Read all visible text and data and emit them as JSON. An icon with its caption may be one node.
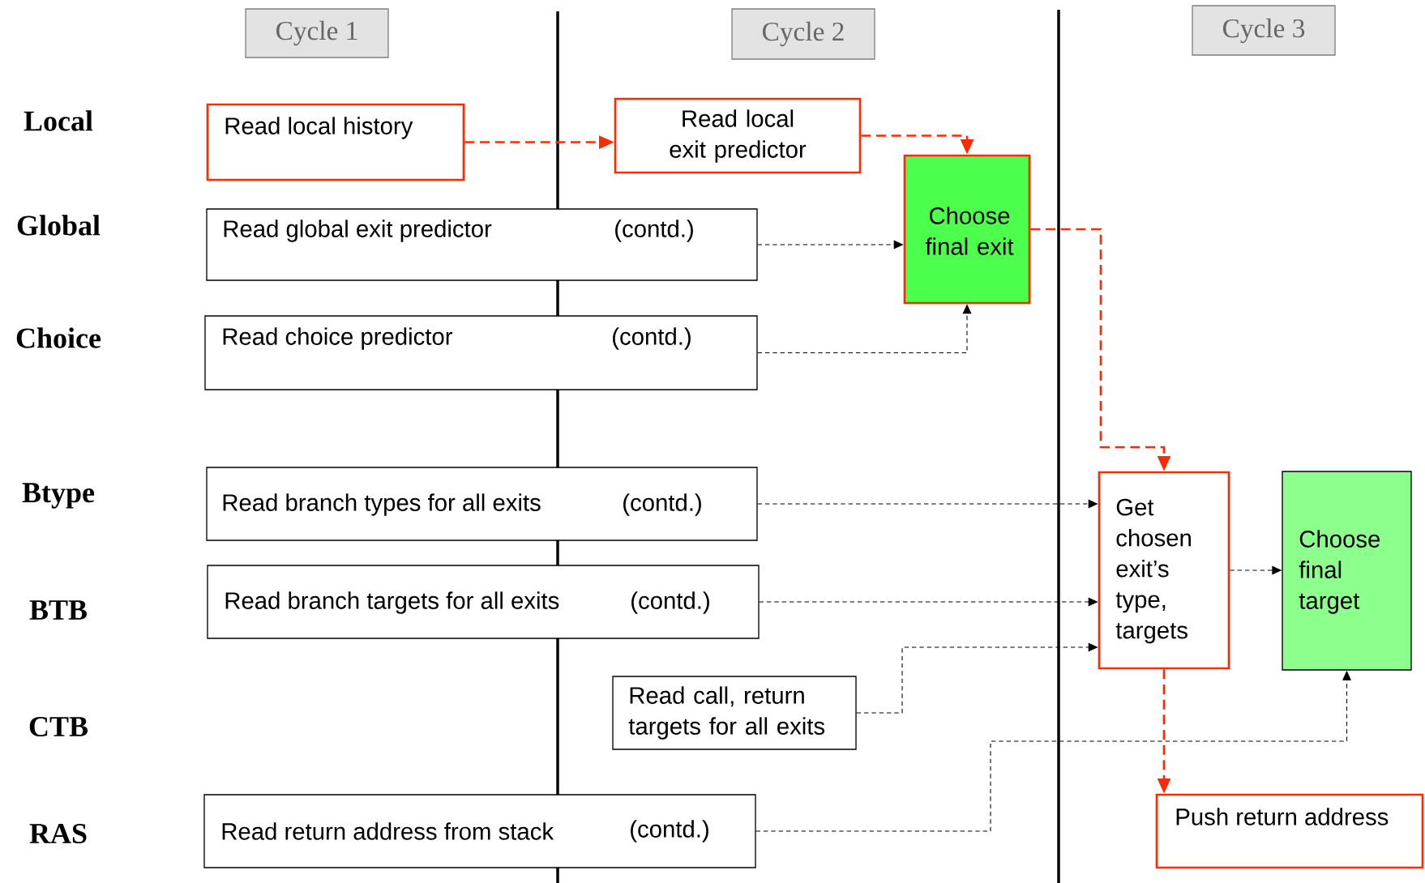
{
  "diagram": {
    "nodes": [
      {
        "text": [
          "Cycle 1"
        ]
      },
      {
        "text": [
          "Cycle 2"
        ]
      },
      {
        "text": [
          "Cycle 3"
        ]
      },
      {
        "text": [
          "Read local history"
        ]
      },
      {
        "text": [
          "Read local exit predictor"
        ]
      },
      {
        "text": [
          "Read global exit predictor",
          "(contd.)"
        ]
      },
      {
        "text": [
          "Choose final exit"
        ]
      },
      {
        "text": [
          "Read choice predictor",
          "(contd.)"
        ]
      },
      {
        "text": [
          "Read branch types for all exits",
          "(contd.)"
        ]
      },
      {
        "text": [
          "Read branch targets for all exits",
          "(contd.)"
        ]
      },
      {
        "text": [
          "Get chosen exit’s type, targets"
        ]
      },
      {
        "text": [
          "Choose final target"
        ]
      },
      {
        "text": [
          "Read call, return targets for all exits"
        ]
      },
      {
        "text": [
          "Read return address from stack",
          "(contd.)"
        ]
      },
      {
        "text": [
          "Push return address"
        ]
      }
    ],
    "edges": [
      {
        "from": 3,
        "to": 4,
        "arrow": "to",
        "style": "dashed",
        "color": "#ff2a00"
      },
      {
        "from": 4,
        "to": 6,
        "arrow": "to",
        "style": "dashed",
        "color": "#ff2a00"
      },
      {
        "from": 5,
        "to": 6,
        "arrow": "to",
        "style": "dashed"
      },
      {
        "from": 7,
        "to": 6,
        "arrow": "to",
        "style": "dashed"
      },
      {
        "from": 6,
        "to": 10,
        "arrow": "to",
        "style": "dashed",
        "color": "#ff2a00"
      },
      {
        "from": 8,
        "to": 10,
        "arrow": "to",
        "style": "dashed"
      },
      {
        "from": 9,
        "to": 10,
        "arrow": "to",
        "style": "dashed"
      },
      {
        "from": 12,
        "to": 10,
        "arrow": "to",
        "style": "dashed"
      },
      {
        "from": 10,
        "to": 11,
        "arrow": "to",
        "style": "dashed"
      },
      {
        "from": 13,
        "to": 11,
        "arrow": "to",
        "style": "dashed"
      },
      {
        "from": 10,
        "to": 14,
        "arrow": "to",
        "style": "dashed",
        "color": "#ff2a00"
      }
    ],
    "labels": [
      "Local",
      "Global",
      "Choice",
      "Btype",
      "BTB",
      "CTB",
      "RAS"
    ]
  }
}
